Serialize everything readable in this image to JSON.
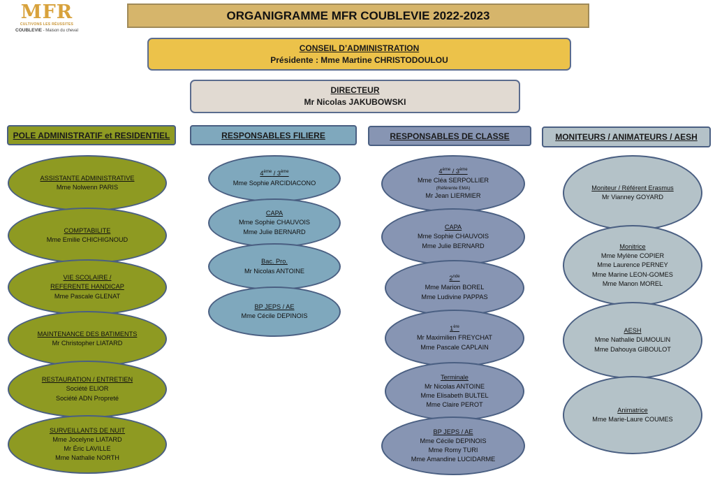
{
  "logo": {
    "mark": "MFR",
    "tagline": "CULTIVONS LES RÉUSSITES",
    "place": "COUBLEVIE",
    "place_suffix": "- Maison du cheval"
  },
  "title": "ORGANIGRAMME MFR COUBLEVIE 2022-2023",
  "conseil": {
    "heading": "CONSEIL D’ADMINISTRATION",
    "president": "Présidente : Mme Martine CHRISTODOULOU"
  },
  "directeur": {
    "heading": "DIRECTEUR",
    "name": "Mr Nicolas JAKUBOWSKI"
  },
  "columns": {
    "admin": {
      "heading": "POLE ADMINISTRATIF et RESIDENTIEL",
      "items": [
        {
          "title": "ASSISTANTE ADMINISTRATIVE",
          "people": [
            "Mme Nolwenn PARIS"
          ]
        },
        {
          "title": "COMPTABILITE",
          "people": [
            "Mme Emilie CHICHIGNOUD"
          ]
        },
        {
          "title": "VIE SCOLAIRE /",
          "title2": "REFERENTE HANDICAP",
          "people": [
            "Mme Pascale GLENAT"
          ]
        },
        {
          "title": "MAINTENANCE DES BATIMENTS",
          "people": [
            "Mr Christopher LIATARD"
          ]
        },
        {
          "title": "RESTAURATION / ENTRETIEN",
          "people": [
            "Société ELIOR",
            "Société ADN Propreté"
          ]
        },
        {
          "title": "SURVEILLANTS DE NUIT",
          "people": [
            "Mme Jocelyne LIATARD",
            "Mr Éric LAVILLE",
            "Mme Nathalie NORTH"
          ]
        }
      ]
    },
    "filiere": {
      "heading": "RESPONSABLES FILIERE",
      "items": [
        {
          "title_a": "4",
          "sup_a": "ème",
          "title_mid": " / 3",
          "sup_b": "ème",
          "people": [
            "Mme Sophie ARCIDIACONO"
          ]
        },
        {
          "title": "CAPA",
          "people": [
            "Mme Sophie CHAUVOIS",
            "Mme Julie BERNARD"
          ]
        },
        {
          "title": "Bac. Pro.",
          "people": [
            "Mr Nicolas ANTOINE"
          ]
        },
        {
          "title": "BP JEPS / AE",
          "people": [
            "Mme Cécile DEPINOIS"
          ]
        }
      ]
    },
    "classe": {
      "heading": "RESPONSABLES DE CLASSE",
      "items": [
        {
          "title_a": "4",
          "sup_a": "ème",
          "title_mid": " / 3",
          "sup_b": "ème",
          "people": [
            "Mme Cléa SERPOLLIER"
          ],
          "note": "(Référente EMA)",
          "people2": [
            "Mr Jean LIERMIER"
          ]
        },
        {
          "title": "CAPA",
          "people": [
            "Mme Sophie CHAUVOIS",
            "Mme Julie BERNARD"
          ]
        },
        {
          "title_a": "2",
          "sup_a": "nde",
          "people": [
            "Mme Marion BOREL",
            "Mme Ludivine PAPPAS"
          ]
        },
        {
          "title_a": "1",
          "sup_a": "ère",
          "people": [
            "Mr Maximilien FREYCHAT",
            "Mme Pascale CAPLAIN"
          ]
        },
        {
          "title": "Terminale",
          "people": [
            "Mr Nicolas ANTOINE",
            "Mme Elisabeth BULTEL",
            "Mme Claire PEROT"
          ]
        },
        {
          "title": "BP JEPS / AE",
          "people": [
            "Mme Cécile DEPINOIS",
            "Mme Romy TURI",
            "Mme Amandine LUCIDARME"
          ]
        }
      ]
    },
    "moniteurs": {
      "heading": "MONITEURS / ANIMATEURS / AESH",
      "items": [
        {
          "title": "Moniteur / Référent Erasmus",
          "people": [
            "Mr Vianney GOYARD"
          ]
        },
        {
          "title": "Monitrice",
          "people": [
            "Mme Mylène COPIER",
            "Mme Laurence PERNEY",
            "Mme Marine LEON-GOMES",
            "Mme Manon MOREL"
          ]
        },
        {
          "title": "AESH",
          "people": [
            "Mme Nathalie DUMOULIN",
            "Mme Dahouya GIBOULOT"
          ]
        },
        {
          "title": "Animatrice",
          "people": [
            "Mme Marie-Laure COUMES"
          ]
        }
      ]
    }
  },
  "colors": {
    "admin": "#8e9a22",
    "filiere": "#7fa8bd",
    "classe": "#8795b3",
    "moniteurs": "#b4c2c8",
    "title": "#d6b56b",
    "conseil": "#ecc24a",
    "directeur": "#e1dad2"
  }
}
